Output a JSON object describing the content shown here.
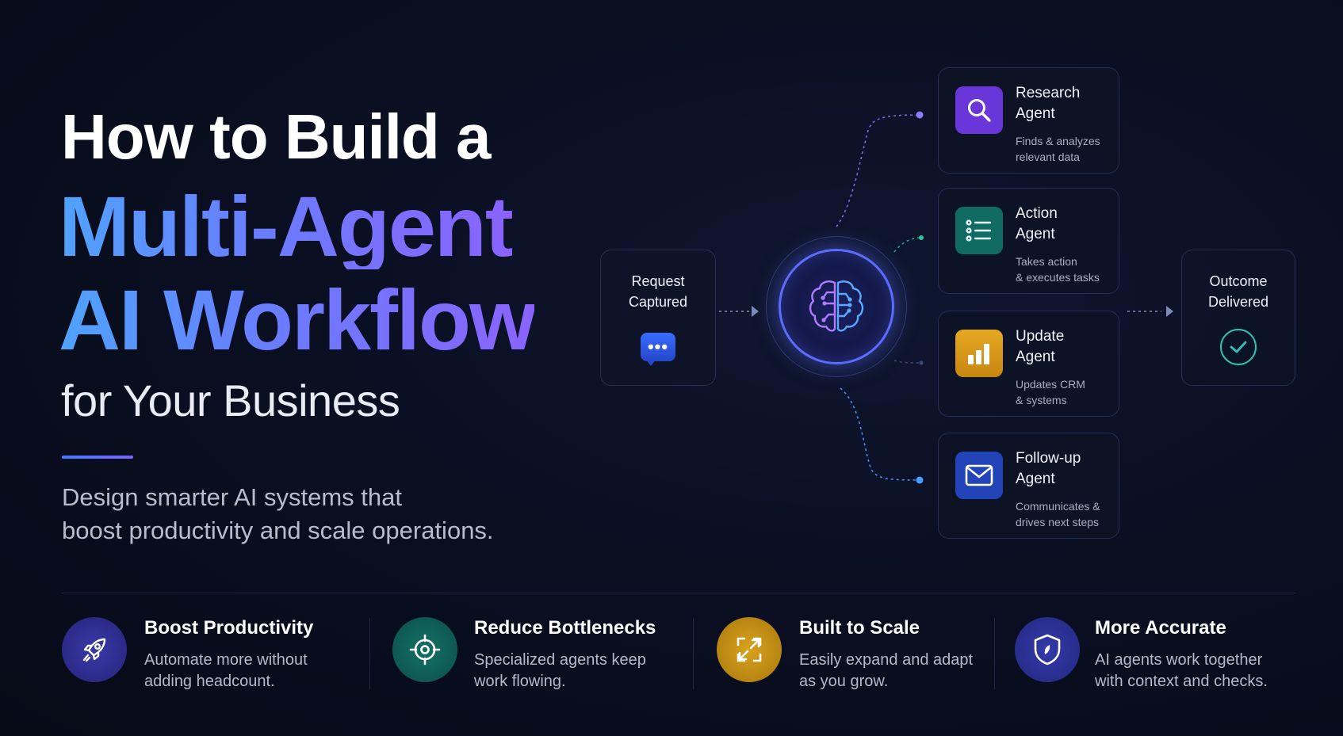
{
  "headline": {
    "line1": "How to Build a",
    "line2": "Multi-Agent",
    "line3": "AI Workflow",
    "line4": "for Your Business"
  },
  "subtitle": {
    "line1": "Design smarter AI systems that",
    "line2": "boost productivity and scale operations."
  },
  "diagram": {
    "request": {
      "line1": "Request",
      "line2": "Captured",
      "icon": "chat-bubble-icon"
    },
    "hub": {
      "icon": "ai-brain-icon"
    },
    "outcome": {
      "line1": "Outcome",
      "line2": "Delivered",
      "icon": "check-circle-icon"
    },
    "agents": [
      {
        "name1": "Research",
        "name2": "Agent",
        "desc1": "Finds & analyzes",
        "desc2": "relevant data",
        "icon": "search-icon",
        "color": "#6a35d9"
      },
      {
        "name1": "Action",
        "name2": "Agent",
        "desc1": "Takes action",
        "desc2": "& executes tasks",
        "icon": "list-icon",
        "color": "#0f6b64"
      },
      {
        "name1": "Update",
        "name2": "Agent",
        "desc1": "Updates CRM",
        "desc2": "& systems",
        "icon": "bar-chart-icon",
        "color": "#d99a1c"
      },
      {
        "name1": "Follow-up",
        "name2": "Agent",
        "desc1": "Communicates &",
        "desc2": "drives next steps",
        "icon": "mail-icon",
        "color": "#2344b8"
      }
    ]
  },
  "features": [
    {
      "title": "Boost Productivity",
      "desc1": "Automate more without",
      "desc2": "adding headcount.",
      "icon": "rocket-icon",
      "color": "#2c2a8c"
    },
    {
      "title": "Reduce Bottlenecks",
      "desc1": "Specialized agents keep",
      "desc2": "work flowing.",
      "icon": "target-icon",
      "color": "#0e5c56"
    },
    {
      "title": "Built to Scale",
      "desc1": "Easily expand and adapt",
      "desc2": "as you grow.",
      "icon": "expand-icon",
      "color": "#b8860f"
    },
    {
      "title": "More Accurate",
      "desc1": "AI agents work together",
      "desc2": "with context and checks.",
      "icon": "shield-icon",
      "color": "#2a2f8f"
    }
  ],
  "colors": {
    "accent_blue": "#4fa3ff",
    "accent_purple": "#8a63ff",
    "background": "#0a0f22"
  }
}
